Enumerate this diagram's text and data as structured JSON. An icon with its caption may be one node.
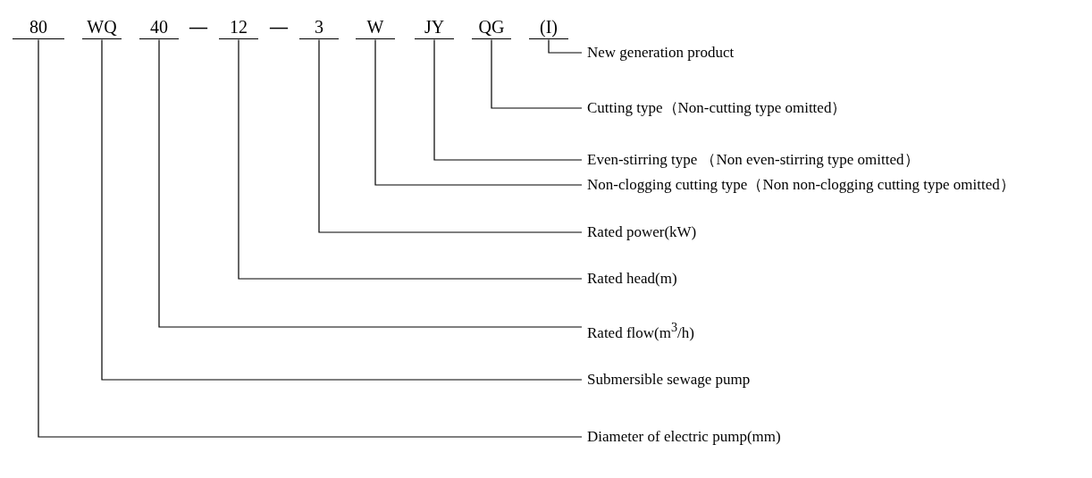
{
  "diagram": {
    "nodes": [
      {
        "text": [
          "80"
        ]
      },
      {
        "text": [
          "WQ"
        ]
      },
      {
        "text": [
          "40"
        ]
      },
      {
        "text": [
          "12"
        ]
      },
      {
        "text": [
          "3"
        ]
      },
      {
        "text": [
          "W"
        ]
      },
      {
        "text": [
          "JY"
        ]
      },
      {
        "text": [
          "QG"
        ]
      },
      {
        "text": [
          "(I)"
        ]
      },
      {
        "text": [
          "New generation product"
        ]
      },
      {
        "text": [
          "Cutting type（Non-cutting type omitted）"
        ]
      },
      {
        "text": [
          "Even-stirring type （Non even-stirring type omitted）"
        ]
      },
      {
        "text": [
          "Non-clogging cutting type（Non non-clogging cutting type omitted）"
        ]
      },
      {
        "text": [
          "Rated power(kW)"
        ]
      },
      {
        "text": [
          "Rated head(m)"
        ]
      },
      {
        "text": [
          "Rated flow(m$^{3}$/h)"
        ]
      },
      {
        "text": [
          "Submersible sewage pump"
        ]
      },
      {
        "text": [
          "Diameter of electric pump(mm)"
        ]
      }
    ],
    "edges": [
      {
        "from": 8,
        "to": 9,
        "arrow": "none"
      },
      {
        "from": 7,
        "to": 10,
        "arrow": "none"
      },
      {
        "from": 6,
        "to": 11,
        "arrow": "none"
      },
      {
        "from": 5,
        "to": 12,
        "arrow": "none"
      },
      {
        "from": 4,
        "to": 13,
        "arrow": "none"
      },
      {
        "from": 3,
        "to": 14,
        "arrow": "none"
      },
      {
        "from": 2,
        "to": 15,
        "arrow": "none"
      },
      {
        "from": 1,
        "to": 16,
        "arrow": "none"
      },
      {
        "from": 0,
        "to": 17,
        "arrow": "none"
      }
    ],
    "labels": [
      "—",
      "—"
    ]
  }
}
